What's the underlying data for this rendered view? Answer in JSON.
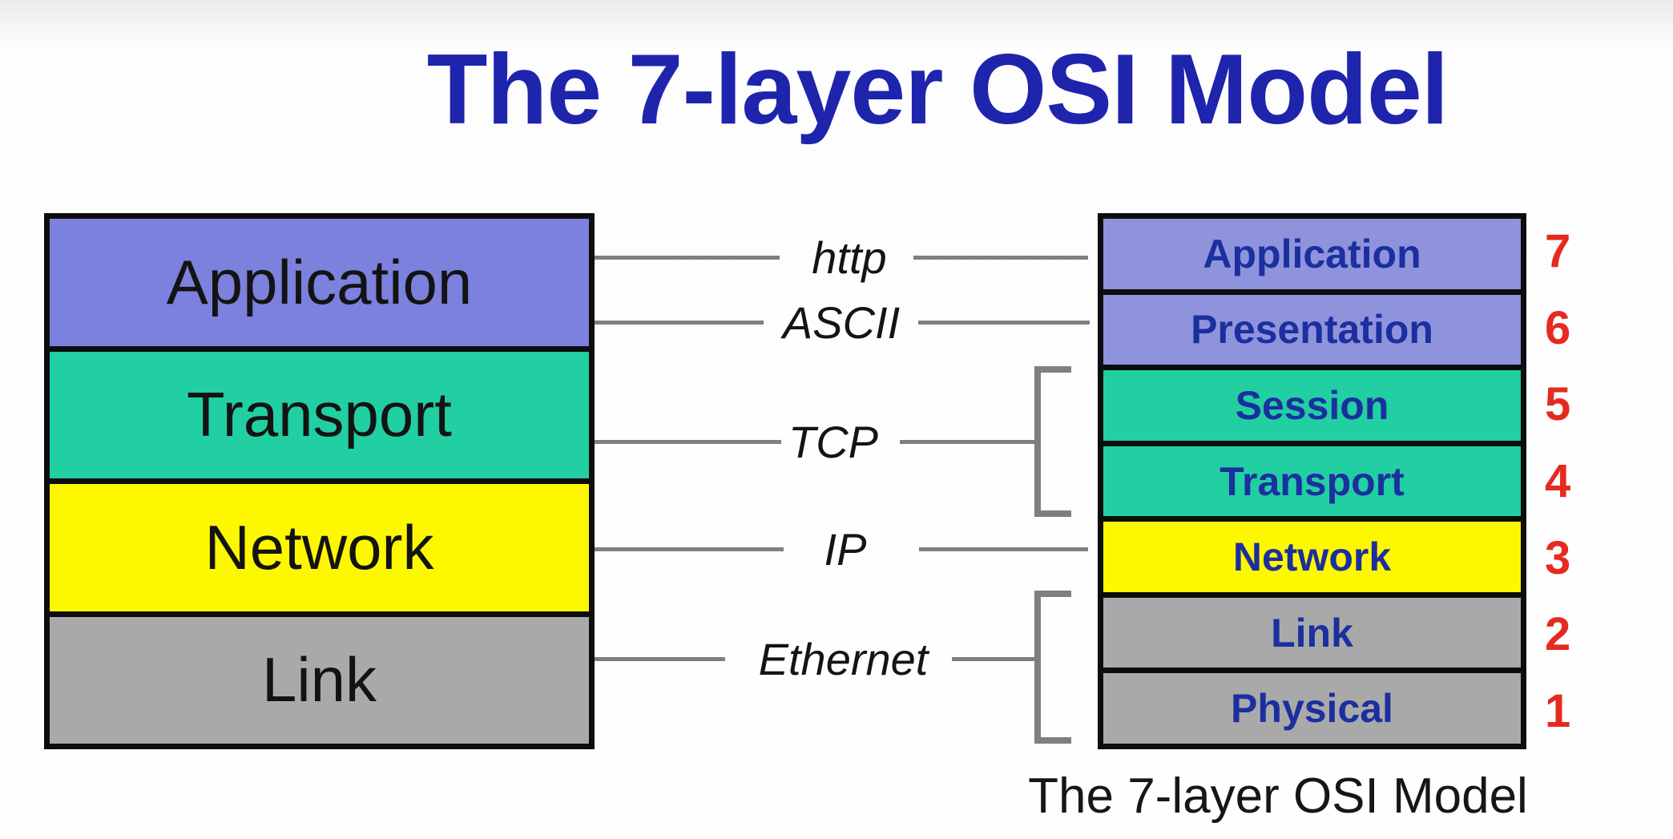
{
  "title": {
    "text": "The 7-layer OSI Model"
  },
  "caption": {
    "text": "The 7-layer OSI Model"
  },
  "colors": {
    "title_blue": "#1f24ad",
    "layer_label_blue": "#1c2f9e",
    "number_red": "#e62a20",
    "line_gray": "#7f7f7f",
    "border_black": "#0d0d0d",
    "purple_left": "#7c81dd",
    "purple_right": "#8f93dc",
    "teal": "#21cfa2",
    "yellow": "#fdf800",
    "gray": "#a9a9a9"
  },
  "left_stack": {
    "layers": [
      {
        "label": "Application",
        "color": "#7c81dd"
      },
      {
        "label": "Transport",
        "color": "#21cfa2"
      },
      {
        "label": "Network",
        "color": "#fdf800"
      },
      {
        "label": "Link",
        "color": "#a9a9a9"
      }
    ]
  },
  "right_stack": {
    "layers": [
      {
        "label": "Application",
        "number": "7",
        "color": "#8f93dc"
      },
      {
        "label": "Presentation",
        "number": "6",
        "color": "#8f93dc"
      },
      {
        "label": "Session",
        "number": "5",
        "color": "#21cfa2"
      },
      {
        "label": "Transport",
        "number": "4",
        "color": "#21cfa2"
      },
      {
        "label": "Network",
        "number": "3",
        "color": "#fdf800"
      },
      {
        "label": "Link",
        "number": "2",
        "color": "#a9a9a9"
      },
      {
        "label": "Physical",
        "number": "1",
        "color": "#a9a9a9"
      }
    ]
  },
  "protocols": [
    {
      "label": "http"
    },
    {
      "label": "ASCII"
    },
    {
      "label": "TCP"
    },
    {
      "label": "IP"
    },
    {
      "label": "Ethernet"
    }
  ]
}
